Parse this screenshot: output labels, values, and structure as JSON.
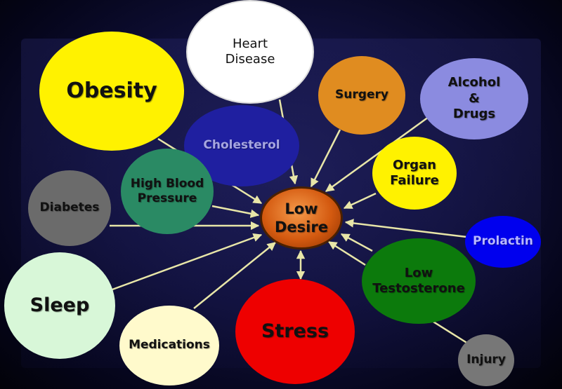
{
  "diagram": {
    "center": {
      "label": "Low\nDesire",
      "color": "#d45a10"
    },
    "nodes": [
      {
        "key": "obesity",
        "label": "Obesity",
        "color": "#fff200"
      },
      {
        "key": "heart",
        "label": "Heart\nDisease",
        "color": "#ffffff"
      },
      {
        "key": "surgery",
        "label": "Surgery",
        "color": "#e08c20"
      },
      {
        "key": "alcohol",
        "label": "Alcohol\n&\nDrugs",
        "color": "#8b8be0"
      },
      {
        "key": "cholesterol",
        "label": "Cholesterol",
        "color": "#1f1fa0"
      },
      {
        "key": "organ",
        "label": "Organ\nFailure",
        "color": "#fff200"
      },
      {
        "key": "hbp",
        "label": "High Blood\nPressure",
        "color": "#2a8a64"
      },
      {
        "key": "diabetes",
        "label": "Diabetes",
        "color": "#6b6b6b"
      },
      {
        "key": "prolactin",
        "label": "Prolactin",
        "color": "#0000ee"
      },
      {
        "key": "lowtest",
        "label": "Low\nTestosterone",
        "color": "#0c7a0c"
      },
      {
        "key": "sleep",
        "label": "Sleep",
        "color": "#d8f7d8"
      },
      {
        "key": "stress",
        "label": "Stress",
        "color": "#ee0000"
      },
      {
        "key": "meds",
        "label": "Medications",
        "color": "#fffacc"
      },
      {
        "key": "injury",
        "label": "Injury",
        "color": "#777777"
      }
    ],
    "arrow_color": "#e8e6a8"
  }
}
